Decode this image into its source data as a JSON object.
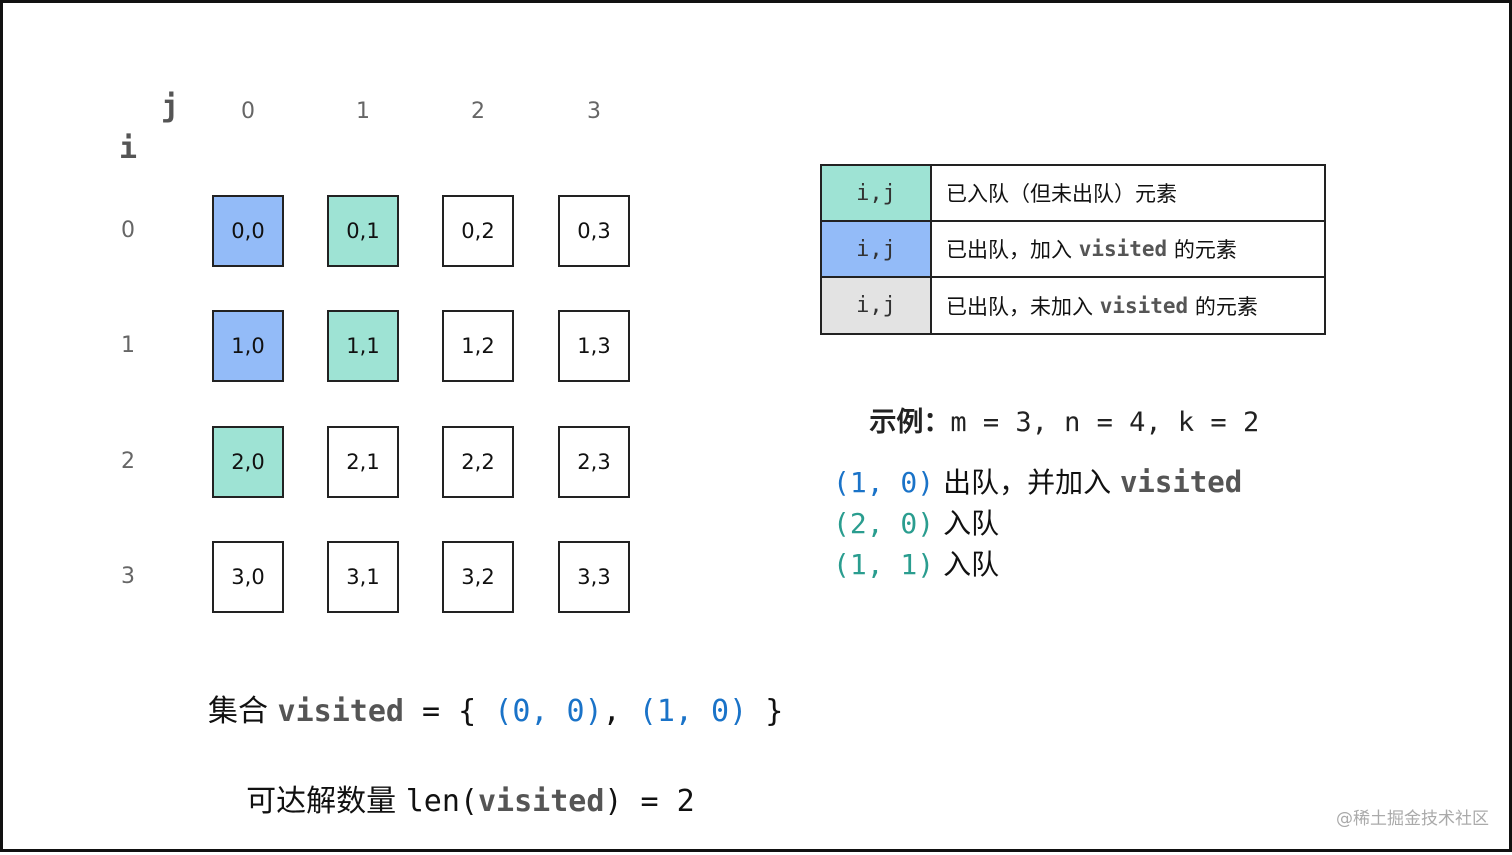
{
  "colors": {
    "queued_not_dequeued": "#9ee3d4",
    "dequeued_visited": "#93bbf8",
    "dequeued_not_visited": "#e3e3e3",
    "empty": "#ffffff",
    "coord_blue": "#1a73c8",
    "coord_teal": "#2a9d8f"
  },
  "grid": {
    "col_axis": "j",
    "row_axis": "i",
    "col_labels": [
      "0",
      "1",
      "2",
      "3"
    ],
    "row_labels": [
      "0",
      "1",
      "2",
      "3"
    ],
    "cells": [
      [
        {
          "label": "0,0",
          "state": "dequeued_visited"
        },
        {
          "label": "0,1",
          "state": "queued_not_dequeued"
        },
        {
          "label": "0,2",
          "state": "empty"
        },
        {
          "label": "0,3",
          "state": "empty"
        }
      ],
      [
        {
          "label": "1,0",
          "state": "dequeued_visited"
        },
        {
          "label": "1,1",
          "state": "queued_not_dequeued"
        },
        {
          "label": "1,2",
          "state": "empty"
        },
        {
          "label": "1,3",
          "state": "empty"
        }
      ],
      [
        {
          "label": "2,0",
          "state": "queued_not_dequeued"
        },
        {
          "label": "2,1",
          "state": "empty"
        },
        {
          "label": "2,2",
          "state": "empty"
        },
        {
          "label": "2,3",
          "state": "empty"
        }
      ],
      [
        {
          "label": "3,0",
          "state": "empty"
        },
        {
          "label": "3,1",
          "state": "empty"
        },
        {
          "label": "3,2",
          "state": "empty"
        },
        {
          "label": "3,3",
          "state": "empty"
        }
      ]
    ]
  },
  "legend": [
    {
      "swatch": "i,j",
      "state": "queued_not_dequeued",
      "text_before": "已入队（但未出队）元素",
      "keyword": "",
      "text_after": ""
    },
    {
      "swatch": "i,j",
      "state": "dequeued_visited",
      "text_before": "已出队，加入 ",
      "keyword": "visited",
      "text_after": " 的元素"
    },
    {
      "swatch": "i,j",
      "state": "dequeued_not_visited",
      "text_before": "已出队，未加入 ",
      "keyword": "visited",
      "text_after": " 的元素"
    }
  ],
  "example": {
    "label": "示例：",
    "params": "m = 3, n = 4, k = 2"
  },
  "steps": [
    {
      "coord": "(1, 0)",
      "color": "coord_blue",
      "text": "出队，并加入 ",
      "keyword": "visited"
    },
    {
      "coord": "(2, 0)",
      "color": "coord_teal",
      "text": "入队",
      "keyword": ""
    },
    {
      "coord": "(1, 1)",
      "color": "coord_teal",
      "text": "入队",
      "keyword": ""
    }
  ],
  "visited_set": {
    "label": "集合 ",
    "keyword": "visited",
    "eq_open": " = { ",
    "items": [
      "(0, 0)",
      "(1, 0)"
    ],
    "separator": ", ",
    "close": " }"
  },
  "reachable": {
    "label": "可达解数量 ",
    "func_open": "len(",
    "keyword": "visited",
    "func_close": ") = 2"
  },
  "watermark": "@稀土掘金技术社区"
}
